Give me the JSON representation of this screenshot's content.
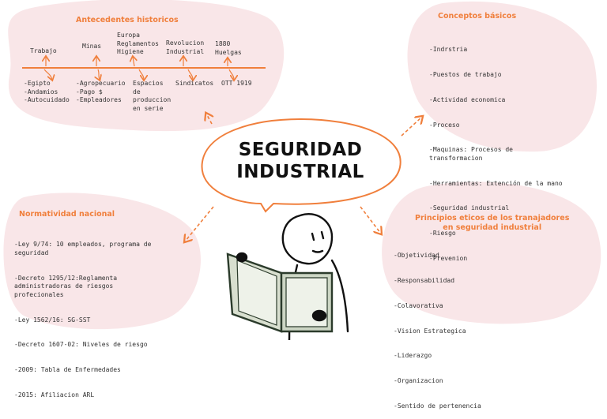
{
  "colors": {
    "accent": "#f07f3c",
    "blob": "#f9e6e8",
    "text": "#333333",
    "title": "#111111"
  },
  "center": {
    "line1": "SEGURIDAD",
    "line2": "INDUSTRIAL"
  },
  "antecedentes": {
    "title": "Antecedentes historicos",
    "top_labels": [
      "Trabajo",
      "Minas",
      "Europa\nReglamentos\nHigiene",
      "Revolucion\nIndustrial",
      "1880\nHuelgas"
    ],
    "bottom_labels": [
      "-Egipto\n-Andamios\n-Autocuidado",
      "-Agropecuario\n-Pago $\n-Empleadores",
      "Espacios\nde\nproduccion\nen serie",
      "Sindicatos",
      "OTT 1919"
    ]
  },
  "conceptos": {
    "title": "Conceptos básicos",
    "items": [
      "-Indrstria",
      "-Puestos de trabajo",
      "-Actividad economica",
      "-Proceso",
      "-Maquinas: Procesos de\ntransformacion",
      "-Herramientas: Extención de la mano",
      "-Seguridad industrial",
      "-Riesgo",
      "-Prevenion"
    ]
  },
  "normatividad": {
    "title": "Normatividad nacional",
    "items": [
      "-Ley 9/74: 10 empleados, programa de\nseguridad",
      "-Decreto 1295/12:Reglamenta\nadministradoras de riesgos\nprofecionales",
      "-Ley 1562/16: SG-SST",
      "-Decreto 1607-02: Niveles de riesgo",
      "-2009: Tabla de Enfermedades",
      "-2015: Afiliacion ARL"
    ]
  },
  "principios": {
    "title": "Principios eticos de los tranajadores\nen seguridad industrial",
    "items": [
      "-Objetividad",
      "-Responsabilidad",
      "-Colavorativa",
      "-Vision Estrategica",
      "-Liderazgo",
      "-Organizacion",
      "-Sentido de pertenencia"
    ]
  }
}
